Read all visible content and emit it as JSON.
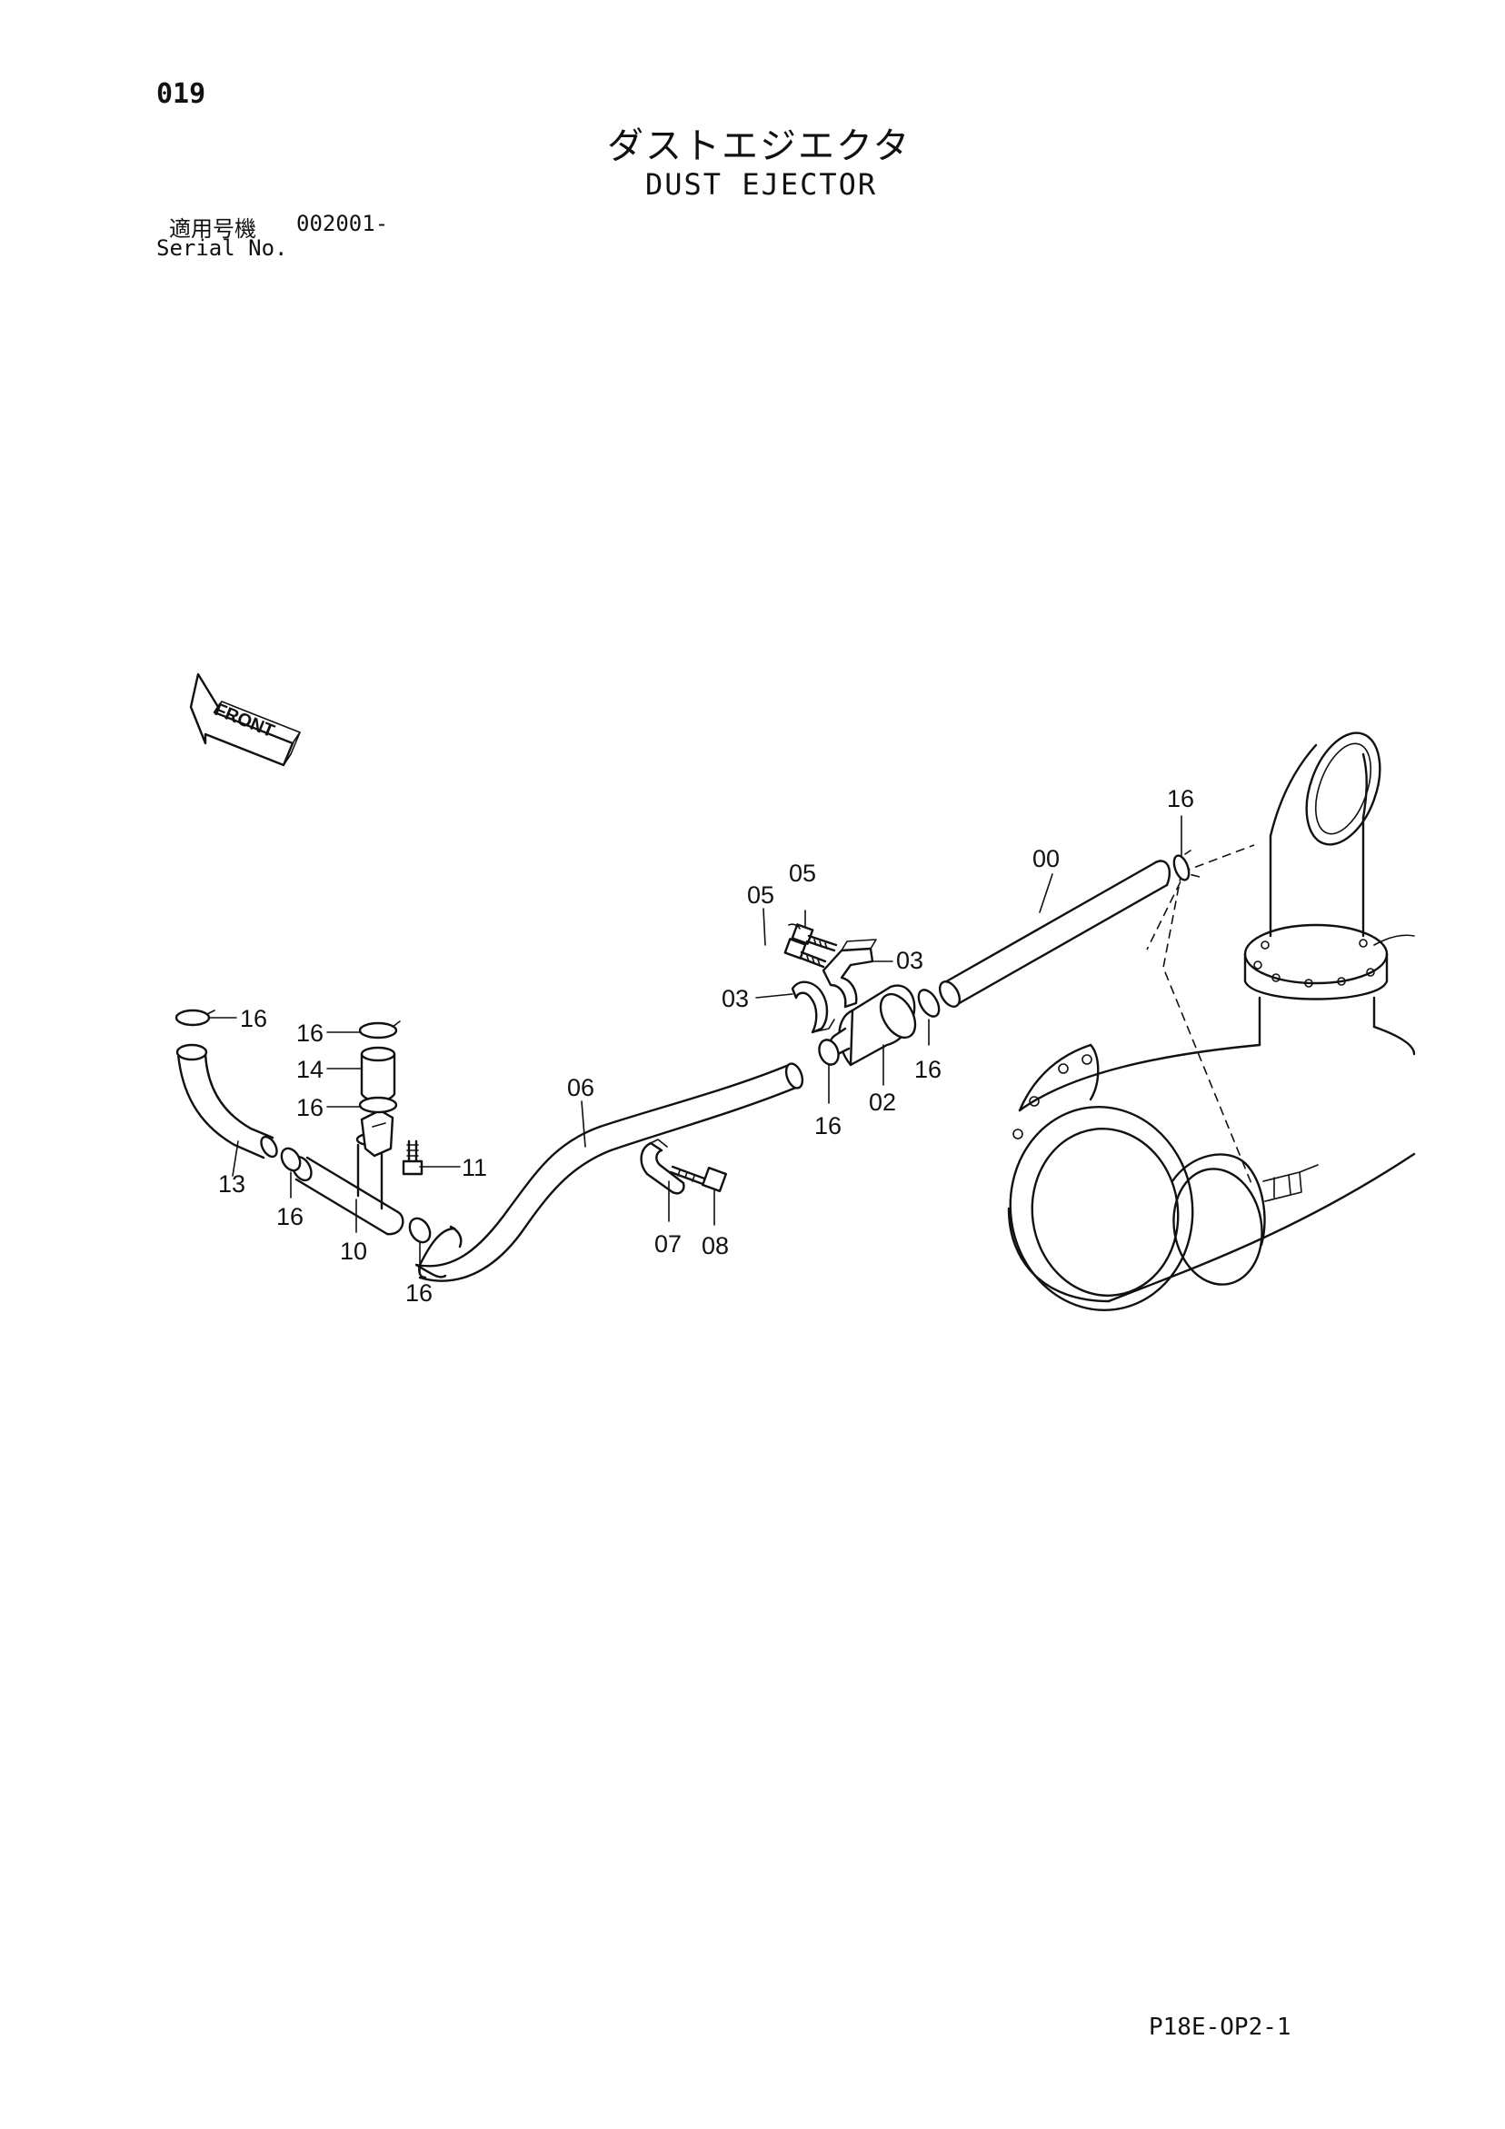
{
  "header": {
    "page_number": "019",
    "title_jp": "ダストエジエクタ",
    "title_en": "DUST EJECTOR",
    "serial_label_jp": "適用号機",
    "serial_value": "002001-",
    "serial_label_en": "Serial No."
  },
  "diagram": {
    "front_label": "FRONT",
    "callouts": {
      "c16_top_right": "16",
      "c00": "00",
      "c05_a": "05",
      "c05_b": "05",
      "c03_right": "03",
      "c03_left": "03",
      "c16_right": "16",
      "c02": "02",
      "c16_mid": "16",
      "c06": "06",
      "c07": "07",
      "c08": "08",
      "c16_left_top": "16",
      "c16_a": "16",
      "c14": "14",
      "c16_b": "16",
      "c11": "11",
      "c13": "13",
      "c16_c": "16",
      "c10": "10",
      "c16_d": "16"
    }
  },
  "footer": {
    "code": "P18E-OP2-1"
  }
}
